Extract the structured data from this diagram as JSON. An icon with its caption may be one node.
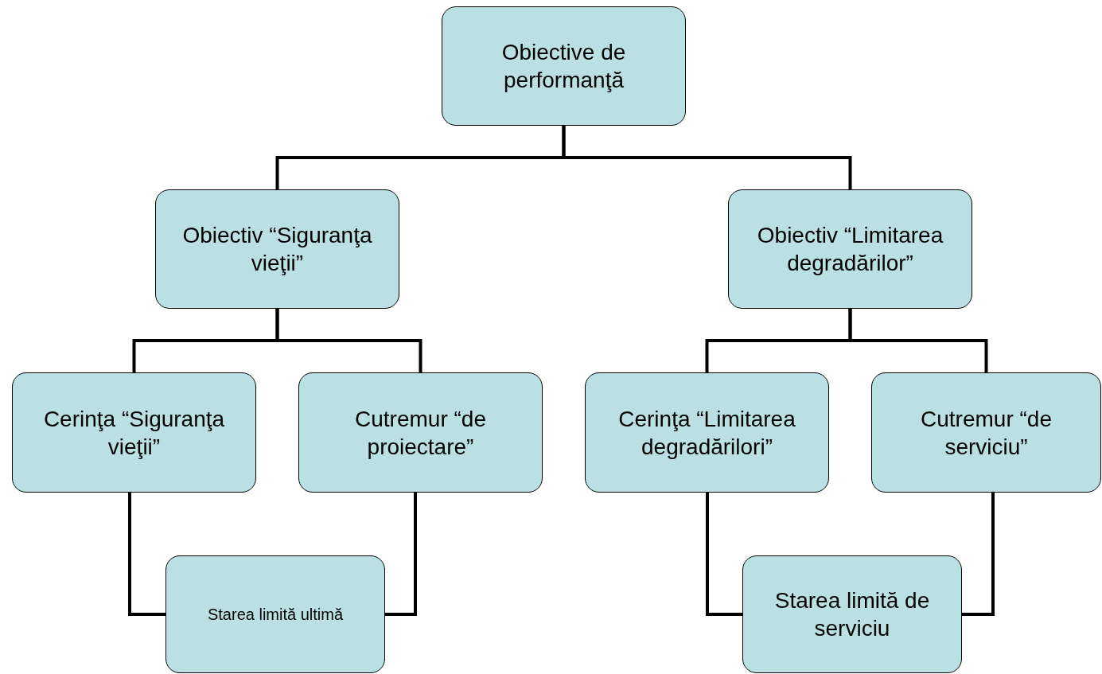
{
  "diagram": {
    "nodes": [
      {
        "text": [
          "Obiective de performanţă"
        ]
      },
      {
        "text": [
          "Obiectiv “Siguranţa vieţii”"
        ]
      },
      {
        "text": [
          "Obiectiv “Limitarea degradărilor”"
        ]
      },
      {
        "text": [
          "Cerinţa “Siguranţa vieţii”"
        ]
      },
      {
        "text": [
          "Cutremur “de proiectare”"
        ]
      },
      {
        "text": [
          "Cerinţa “Limitarea degradărilori”"
        ]
      },
      {
        "text": [
          "Cutremur “de serviciu”"
        ]
      },
      {
        "text": [
          "Starea limită ultimă"
        ]
      },
      {
        "text": [
          "Starea limită de serviciu"
        ]
      }
    ],
    "edges": [
      {
        "from": 0,
        "to": 1,
        "arrow": "none"
      },
      {
        "from": 0,
        "to": 2,
        "arrow": "none"
      },
      {
        "from": 1,
        "to": 3,
        "arrow": "none"
      },
      {
        "from": 1,
        "to": 4,
        "arrow": "none"
      },
      {
        "from": 2,
        "to": 5,
        "arrow": "none"
      },
      {
        "from": 2,
        "to": 6,
        "arrow": "none"
      },
      {
        "from": 3,
        "to": 7,
        "arrow": "none"
      },
      {
        "from": 4,
        "to": 7,
        "arrow": "none"
      },
      {
        "from": 5,
        "to": 8,
        "arrow": "none"
      },
      {
        "from": 6,
        "to": 8,
        "arrow": "none"
      }
    ]
  }
}
